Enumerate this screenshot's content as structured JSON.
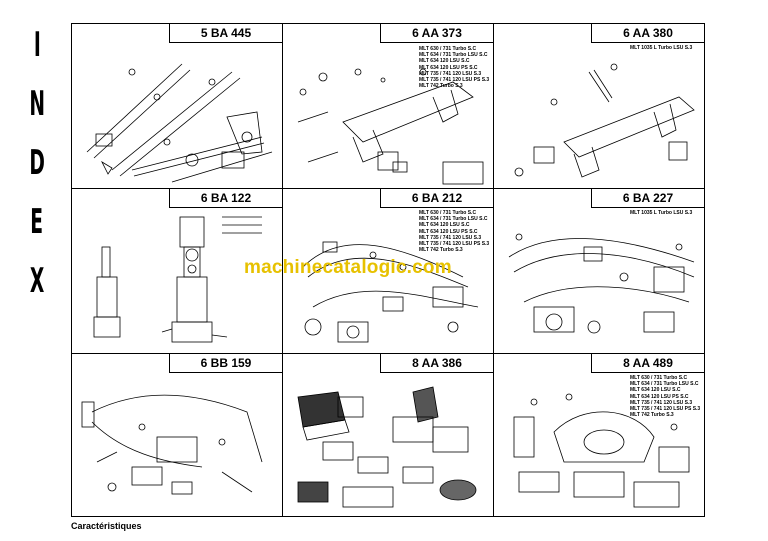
{
  "index_letters": [
    "I",
    "N",
    "D",
    "E",
    "X"
  ],
  "cells": [
    {
      "ref": "5 BA 445",
      "models": []
    },
    {
      "ref": "6 AA 373",
      "models": [
        "MLT 630 / 731 Turbo S.C",
        "MLT 634 / 731 Turbo LSU S.C",
        "MLT 634 120 LSU S.C",
        "MLT 634 120 LSU PS S.C",
        "MLT 735 / 741 120 LSU S.3",
        "MLT 735 / 741 120 LSU PS S.3",
        "MLT 742 Turbo S.3"
      ]
    },
    {
      "ref": "6 AA 380",
      "models": [
        "MLT 1035 L Turbo LSU S.3"
      ]
    },
    {
      "ref": "6 BA 122",
      "models": []
    },
    {
      "ref": "6 BA 212",
      "models": [
        "MLT 630 / 731 Turbo S.C",
        "MLT 634 / 731 Turbo LSU S.C",
        "MLT 634 120 LSU S.C",
        "MLT 634 120 LSU PS S.C",
        "MLT 735 / 741 120 LSU S.3",
        "MLT 735 / 741 120 LSU PS S.3",
        "MLT 742 Turbo S.3"
      ]
    },
    {
      "ref": "6 BA 227",
      "models": [
        "MLT 1035 L Turbo LSU S.3"
      ]
    },
    {
      "ref": "6 BB 159",
      "models": []
    },
    {
      "ref": "8 AA 386",
      "models": []
    },
    {
      "ref": "8 AA 489",
      "models": [
        "MLT 630 / 731 Turbo S.C",
        "MLT 634 / 731 Turbo LSU S.C",
        "MLT 634 120 LSU S.C",
        "MLT 634 120 LSU PS S.C",
        "MLT 735 / 741 120 LSU S.3",
        "MLT 735 / 741 120 LSU PS S.3",
        "MLT 742 Turbo S.3"
      ]
    }
  ],
  "watermark": "machinecatalogic.com",
  "footer": "Caractéristiques",
  "colors": {
    "watermark": "#e7c100",
    "line": "#000000"
  }
}
